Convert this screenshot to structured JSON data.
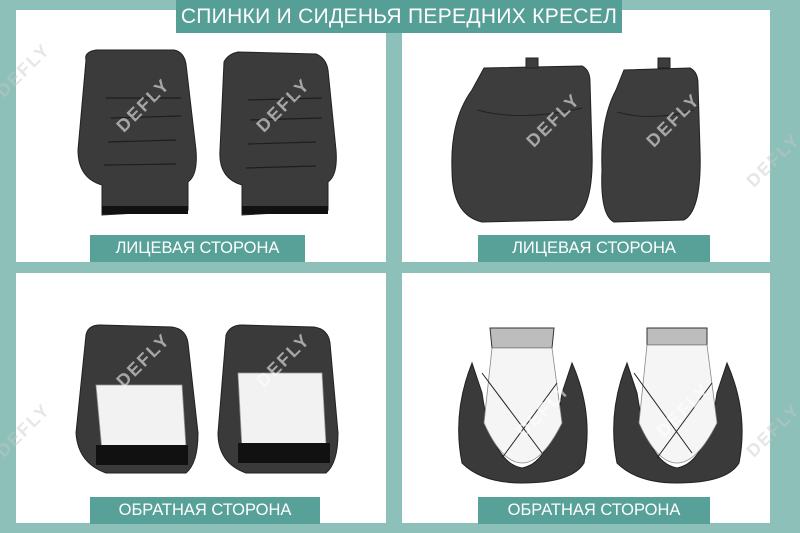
{
  "header": {
    "title": "СПИНКИ И СИДЕНЬЯ ПЕРЕДНИХ КРЕСЕЛ"
  },
  "panels": [
    {
      "id": "top-left",
      "caption": "ЛИЦЕВАЯ СТОРОНА",
      "content": "seat backs front side"
    },
    {
      "id": "top-right",
      "caption": "ЛИЦЕВАЯ СТОРОНА",
      "content": "seat cushions front side"
    },
    {
      "id": "bottom-left",
      "caption": "ОБРАТНАЯ СТОРОНА",
      "content": "seat backs reverse side"
    },
    {
      "id": "bottom-right",
      "caption": "ОБРАТНАЯ СТОРОНА",
      "content": "seat cushions reverse side"
    }
  ],
  "watermark": {
    "text": "DEFLY"
  },
  "colors": {
    "background": "#8cc0b9",
    "accent": "#559f96",
    "label": "#58a199",
    "leather": "#3a3a3a"
  }
}
